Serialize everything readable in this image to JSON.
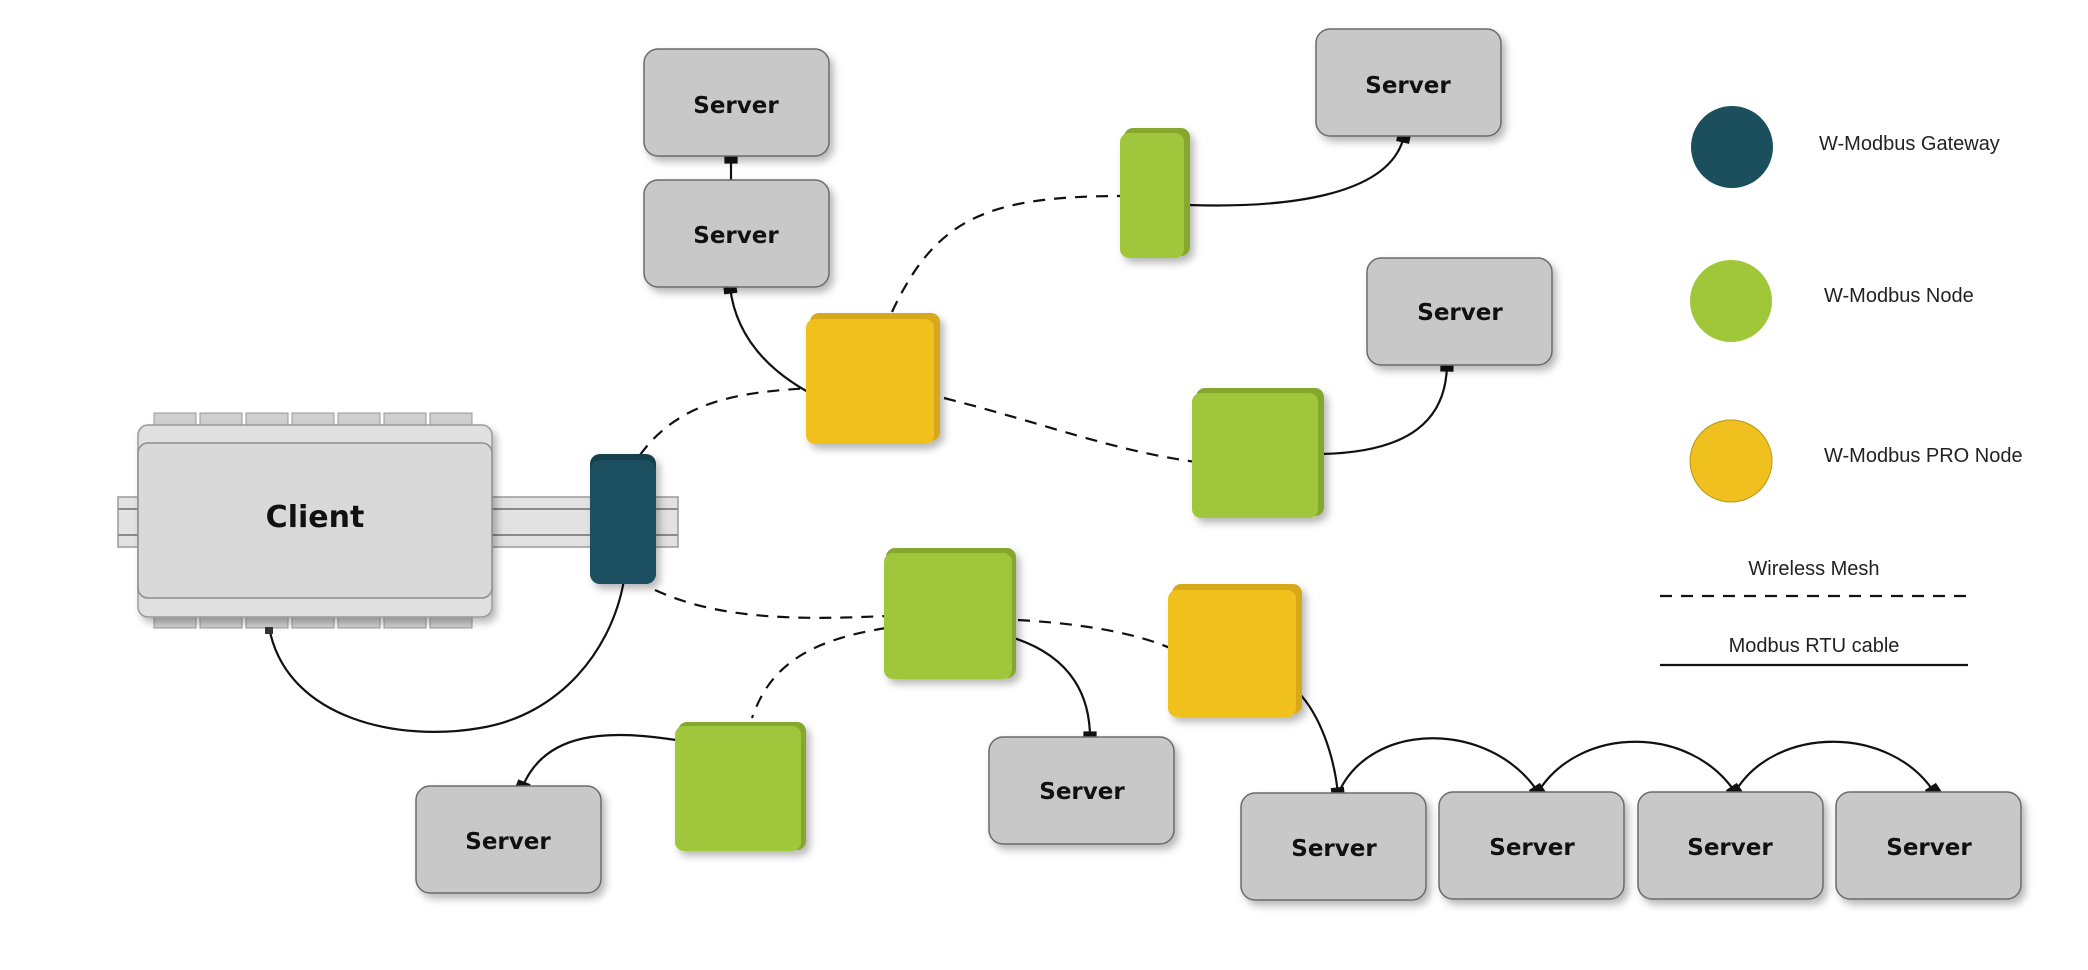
{
  "colors": {
    "gateway": "#1b4f5e",
    "gateway_shade": "#163f4b",
    "node": "#a0c63a",
    "node_shade": "#86a72f",
    "pro_node": "#f0c11e",
    "pro_node_shade": "#d7a81a",
    "server_fill": "#c8c8c8",
    "client_fill": "#d9d9d9",
    "line": "#111111"
  },
  "client": {
    "label": "Client"
  },
  "servers": [
    {
      "id": "s-top-a",
      "label": "Server"
    },
    {
      "id": "s-top-b",
      "label": "Server"
    },
    {
      "id": "s-top-right",
      "label": "Server"
    },
    {
      "id": "s-mid-right",
      "label": "Server"
    },
    {
      "id": "s-bottom-left",
      "label": "Server"
    },
    {
      "id": "s-bottom-mid",
      "label": "Server"
    },
    {
      "id": "s-chain-1",
      "label": "Server"
    },
    {
      "id": "s-chain-2",
      "label": "Server"
    },
    {
      "id": "s-chain-3",
      "label": "Server"
    },
    {
      "id": "s-chain-4",
      "label": "Server"
    }
  ],
  "legend": {
    "gateway": "W-Modbus Gateway",
    "node": "W-Modbus Node",
    "pro_node": "W-Modbus PRO Node",
    "wireless": "Wireless Mesh",
    "cable": "Modbus RTU cable"
  }
}
